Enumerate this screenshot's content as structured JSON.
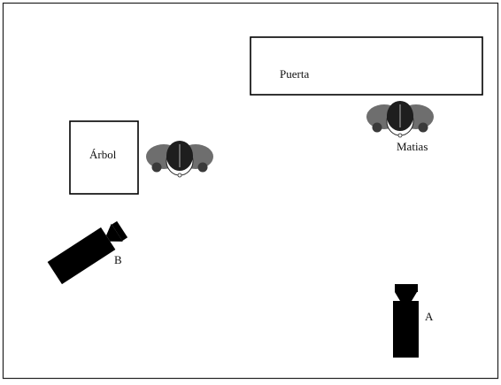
{
  "labels": {
    "door": "Puerta",
    "tree": "Árbol",
    "person_matias": "Matias",
    "camera_a": "A",
    "camera_b": "B"
  },
  "colors": {
    "frame": "#222222",
    "ink": "#000000",
    "shoulder": "#6e6e6e",
    "head": "#1e1e1e",
    "face": "#ffffff"
  },
  "icons": {
    "person": "person-top-view-icon",
    "camera": "video-camera-icon"
  }
}
